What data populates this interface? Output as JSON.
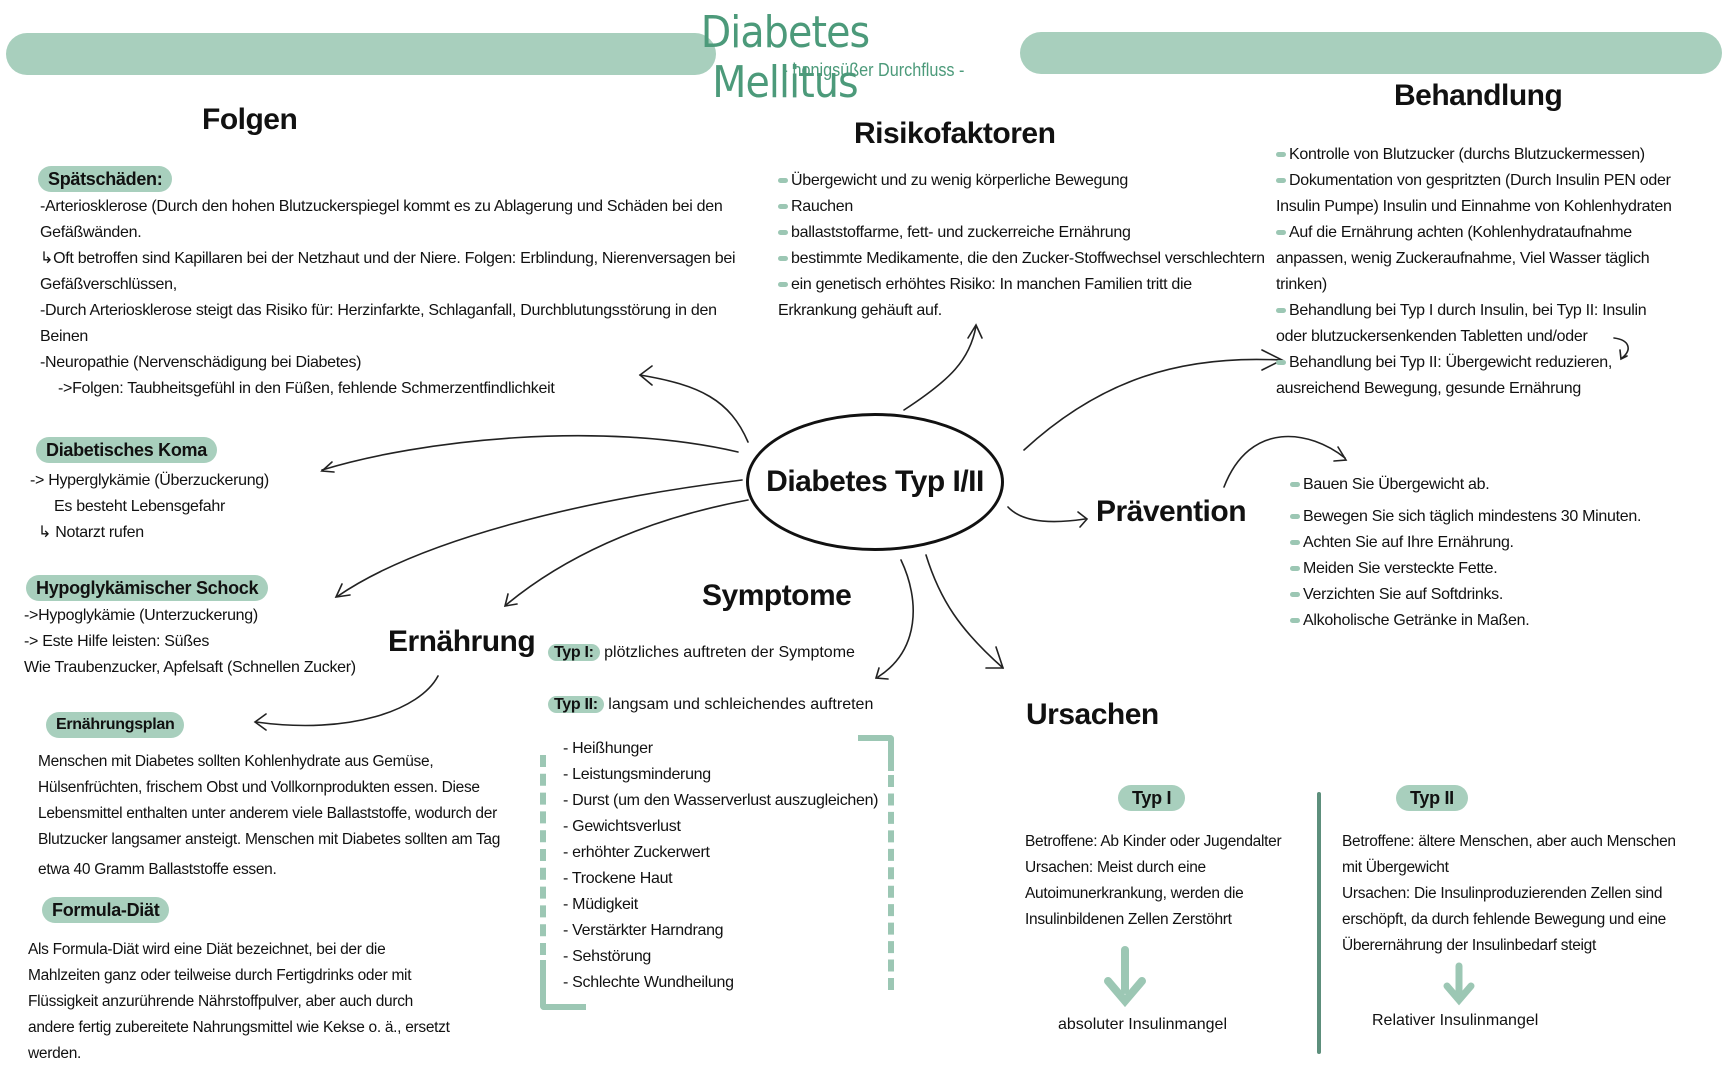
{
  "header": {
    "title": "Diabetes Mellitus",
    "subtitle": "- honigsüßer Durchfluss -"
  },
  "center": {
    "label": "Diabetes Typ I/II"
  },
  "colors": {
    "accent": "#a8cfbd",
    "title": "#4c9a7a",
    "heading_highlight": "#c6e0e4"
  },
  "folgen": {
    "heading": "Folgen",
    "spaetschaeden": {
      "label": "Spätschäden:",
      "lines": [
        "-Arteriosklerose (Durch den hohen Blutzuckerspiegel kommt es zu Ablagerung und Schäden bei den",
        "Gefäßwänden.",
        "↳Oft betroffen sind Kapillaren bei der Netzhaut und der Niere. Folgen: Erblindung, Nierenversagen bei",
        "Gefäßverschlüssen,",
        "-Durch Arteriosklerose steigt das Risiko für: Herzinfarkte, Schlaganfall, Durchblutungsstörung in den",
        "Beinen",
        "-Neuropathie (Nervenschädigung bei Diabetes)",
        "   ->Folgen: Taubheitsgefühl in den Füßen, fehlende Schmerzentfindlichkeit"
      ]
    },
    "koma": {
      "label": "Diabetisches Koma",
      "lines": [
        "-> Hyperglykämie  (Überzuckerung)",
        "    Es besteht Lebensgefahr",
        "  ↳ Notarzt rufen"
      ]
    },
    "schock": {
      "label": "Hypoglykämischer Schock",
      "lines": [
        "->Hypoglykämie (Unterzuckerung)",
        "-> Este Hilfe leisten: Süßes",
        "Wie Traubenzucker, Apfelsaft (Schnellen Zucker)"
      ]
    }
  },
  "ernaehrung": {
    "heading": "Ernährung",
    "plan": {
      "label": "Ernährungsplan",
      "lines": [
        "Menschen mit Diabetes sollten Kohlenhydrate aus Gemüse,",
        "Hülsenfrüchten, frischem Obst und Vollkornprodukten essen. Diese",
        "Lebensmittel enthalten unter anderem viele Ballaststoffe, wodurch der",
        "Blutzucker langsamer ansteigt. Menschen mit Diabetes sollten am Tag",
        "etwa 40 Gramm Ballaststoffe essen."
      ]
    },
    "formula": {
      "label": "Formula-Diät",
      "lines": [
        "Als Formula-Diät wird eine Diät bezeichnet, bei der die",
        "Mahlzeiten ganz oder teilweise durch Fertigdrinks oder mit",
        "Flüssigkeit anzurührende Nährstoffpulver, aber auch durch",
        "andere fertig zubereitete Nahrungsmittel wie Kekse o. ä., ersetzt",
        "werden."
      ]
    }
  },
  "risikofaktoren": {
    "heading": "Risikofaktoren",
    "items": [
      "Übergewicht und zu wenig körperliche Bewegung",
      "Rauchen",
      "ballaststoffarme, fett- und zuckerreiche Ernährung",
      "bestimmte Medikamente, die den Zucker-Stoffwechsel verschlechtern",
      "ein genetisch erhöhtes Risiko: In manchen Familien tritt die"
    ],
    "continuation": "Erkrankung gehäuft auf."
  },
  "behandlung": {
    "heading": "Behandlung",
    "lines": [
      {
        "bullet": true,
        "text": "Kontrolle von Blutzucker (durchs Blutzuckermessen)"
      },
      {
        "bullet": true,
        "text": "Dokumentation von gespritzten (Durch Insulin PEN oder"
      },
      {
        "bullet": false,
        "text": "Insulin Pumpe) Insulin und Einnahme von Kohlenhydraten"
      },
      {
        "bullet": true,
        "text": "Auf die Ernährung achten (Kohlenhydrataufnahme"
      },
      {
        "bullet": false,
        "text": "anpassen, wenig Zuckeraufnahme, Viel Wasser täglich"
      },
      {
        "bullet": false,
        "text": "trinken)"
      },
      {
        "bullet": true,
        "text": "Behandlung bei Typ I durch Insulin, bei Typ II: Insulin"
      },
      {
        "bullet": false,
        "text": "oder blutzuckersenkenden Tabletten und/oder"
      },
      {
        "bullet": true,
        "text": "Behandlung bei Typ II: Übergewicht reduzieren,"
      },
      {
        "bullet": false,
        "text": "ausreichend Bewegung, gesunde Ernährung"
      }
    ]
  },
  "praevention": {
    "heading": "Prävention",
    "items": [
      "Bauen Sie Übergewicht ab.",
      "Bewegen Sie sich täglich mindestens 30 Minuten.",
      "Achten Sie auf Ihre Ernährung.",
      "Meiden Sie versteckte Fette.",
      "Verzichten Sie auf Softdrinks.",
      "Alkoholische Getränke in Maßen."
    ]
  },
  "symptome": {
    "heading": "Symptome",
    "typ1": {
      "label": "Typ I:",
      "text": "plötzliches auftreten der Symptome"
    },
    "typ2": {
      "label": "Typ II:",
      "text": "langsam und schleichendes auftreten"
    },
    "items": [
      "- Heißhunger",
      "- Leistungsminderung",
      "- Durst (um den Wasserverlust auszugleichen)",
      "- Gewichtsverlust",
      "- erhöhter Zuckerwert",
      "- Trockene Haut",
      "- Müdigkeit",
      "- Verstärkter Harndrang",
      "- Sehstörung",
      "- Schlechte Wundheilung"
    ]
  },
  "ursachen": {
    "heading": "Ursachen",
    "typ1": {
      "label": "Typ I",
      "lines": [
        "Betroffene: Ab Kinder oder Jugendalter",
        "Ursachen: Meist durch eine",
        "Autoimunerkrankung, werden die",
        "Insulinbildenen Zellen Zerstöhrt"
      ],
      "result": "absoluter Insulinmangel"
    },
    "typ2": {
      "label": "Typ II",
      "lines": [
        "Betroffene: ältere Menschen, aber auch Menschen",
        "mit Übergewicht",
        "Ursachen: Die Insulinproduzierenden Zellen sind",
        "erschöpft, da durch fehlende Bewegung und eine",
        "Überernährung der Insulinbedarf steigt"
      ],
      "result": "Relativer Insulinmangel"
    }
  }
}
